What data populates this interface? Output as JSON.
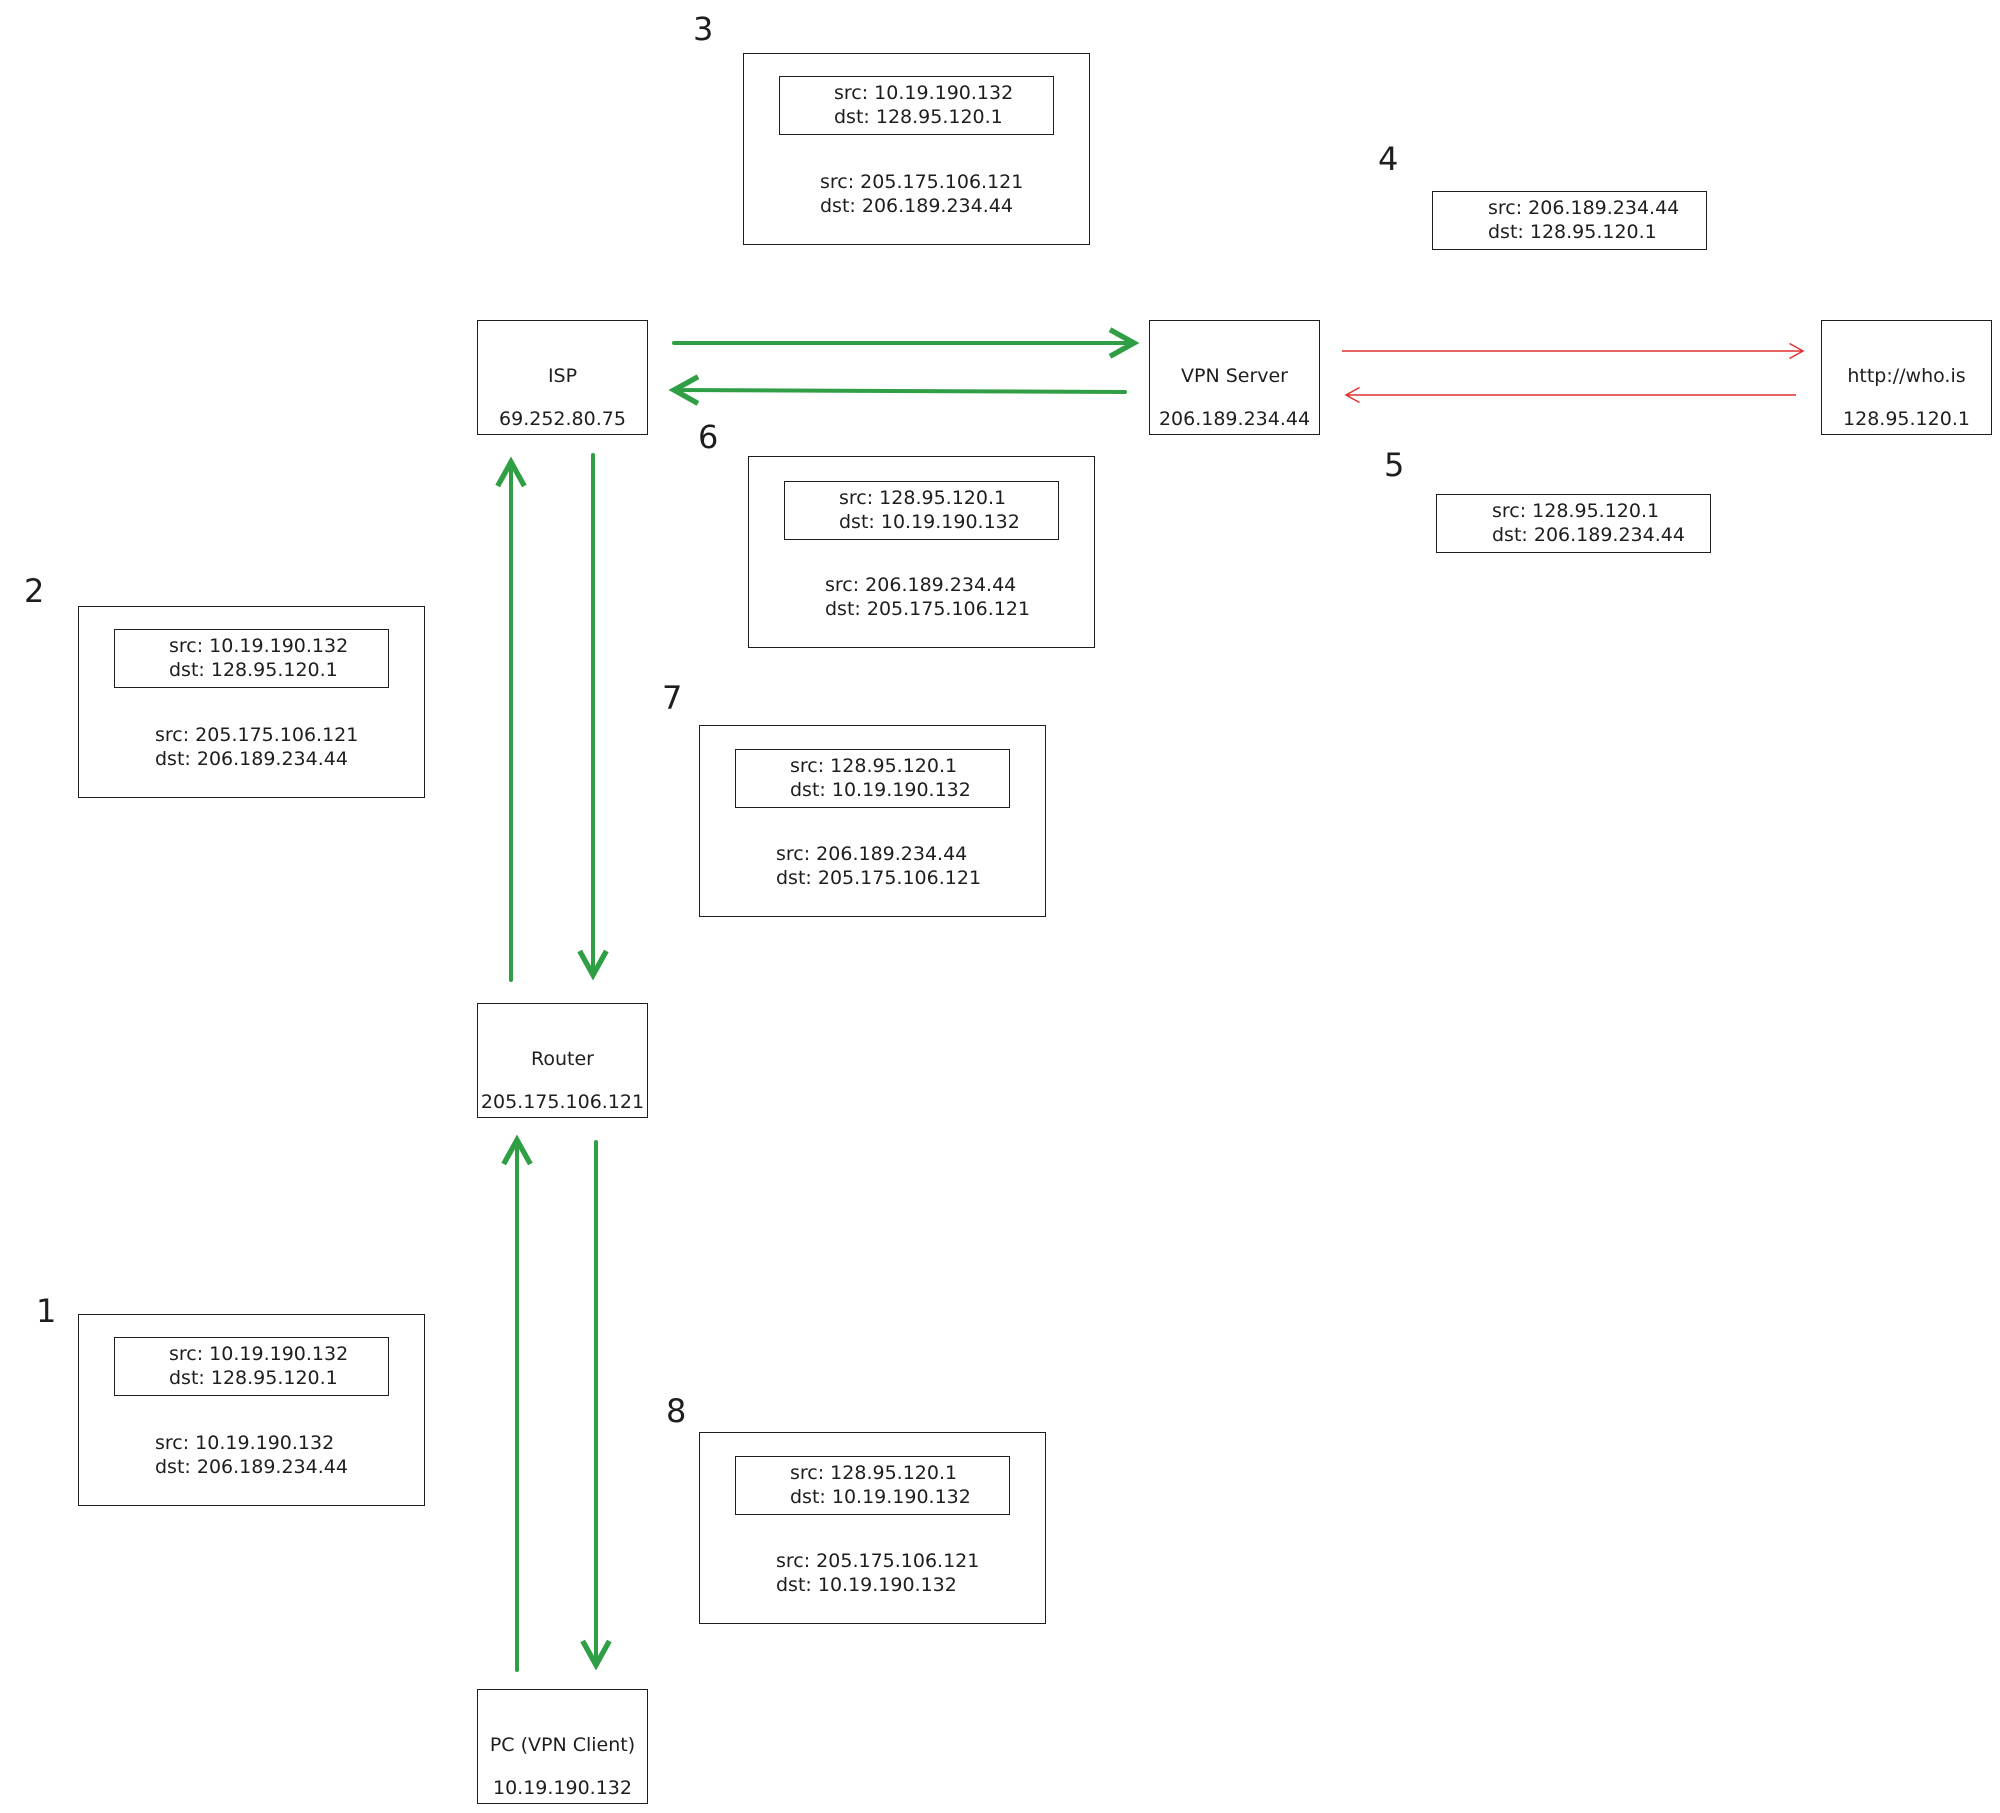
{
  "nodes": {
    "isp": {
      "name": "ISP",
      "ip": "69.252.80.75"
    },
    "vpn": {
      "name": "VPN Server",
      "ip": "206.189.234.44"
    },
    "whois": {
      "name": "http://who.is",
      "ip": "128.95.120.1"
    },
    "router": {
      "name": "Router",
      "ip": "205.175.106.121"
    },
    "pc": {
      "name": "PC (VPN Client)",
      "ip": "10.19.190.132"
    }
  },
  "packets": {
    "p1": {
      "step": "1",
      "inner_src": "src: 10.19.190.132",
      "inner_dst": "dst: 128.95.120.1",
      "outer_src": "src: 10.19.190.132",
      "outer_dst": "dst: 206.189.234.44"
    },
    "p2": {
      "step": "2",
      "inner_src": "src: 10.19.190.132",
      "inner_dst": "dst: 128.95.120.1",
      "outer_src": "src: 205.175.106.121",
      "outer_dst": "dst: 206.189.234.44"
    },
    "p3": {
      "step": "3",
      "inner_src": "src: 10.19.190.132",
      "inner_dst": "dst: 128.95.120.1",
      "outer_src": "src: 205.175.106.121",
      "outer_dst": "dst: 206.189.234.44"
    },
    "p4": {
      "step": "4",
      "src": "src: 206.189.234.44",
      "dst": "dst: 128.95.120.1"
    },
    "p5": {
      "step": "5",
      "src": "src: 128.95.120.1",
      "dst": "dst: 206.189.234.44"
    },
    "p6": {
      "step": "6",
      "inner_src": "src: 128.95.120.1",
      "inner_dst": "dst: 10.19.190.132",
      "outer_src": "src: 206.189.234.44",
      "outer_dst": "dst: 205.175.106.121"
    },
    "p7": {
      "step": "7",
      "inner_src": "src: 128.95.120.1",
      "inner_dst": "dst: 10.19.190.132",
      "outer_src": "src: 206.189.234.44",
      "outer_dst": "dst: 205.175.106.121"
    },
    "p8": {
      "step": "8",
      "inner_src": "src: 128.95.120.1",
      "inner_dst": "dst: 10.19.190.132",
      "outer_src": "src: 205.175.106.121",
      "outer_dst": "dst: 10.19.190.132"
    }
  },
  "colors": {
    "tunnel_arrow": "#2f9e44",
    "plain_arrow": "#e03131",
    "stroke": "#1e1e1e"
  }
}
